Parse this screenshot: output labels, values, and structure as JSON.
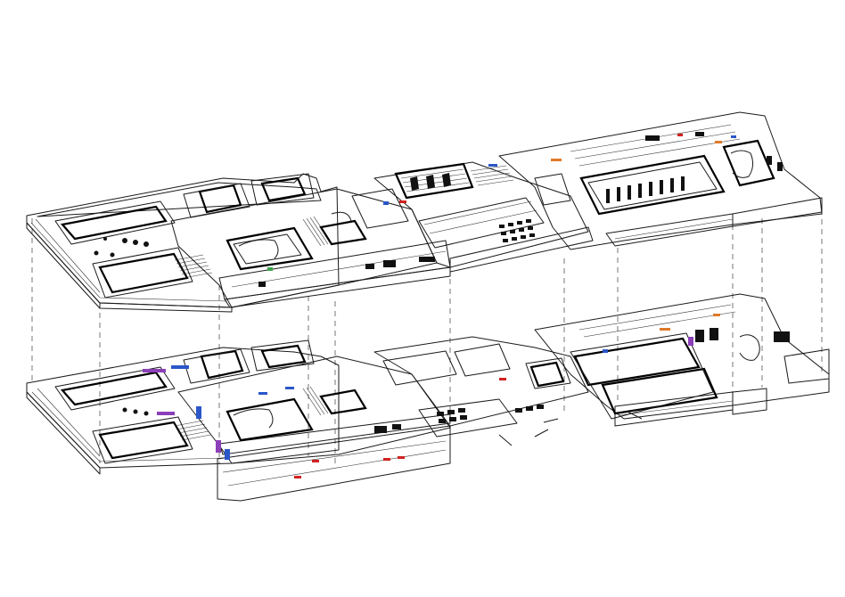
{
  "title": "",
  "view": "exploded-axonometric-floor-plans",
  "levels": [
    "upper",
    "lower"
  ],
  "colors": {
    "linework": "#1a1a1a",
    "background": "#ffffff",
    "red_marker": "#d22020",
    "blue_marker": "#2a56c8",
    "purple_marker": "#8b3fb8",
    "orange_marker": "#e07a2a",
    "green_marker": "#3aa34a"
  }
}
